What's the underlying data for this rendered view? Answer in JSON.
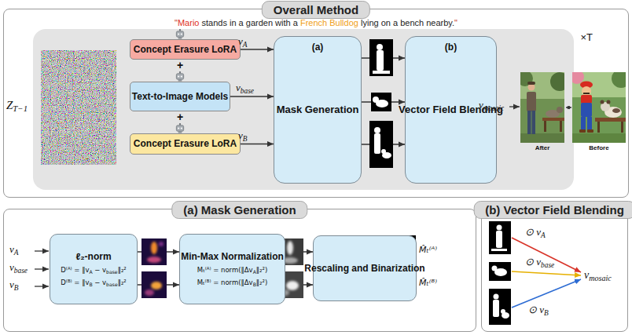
{
  "diagram": {
    "nodes": [
      {
        "text": [
          "Overall Method"
        ]
      },
      {
        "text": [
          "×T"
        ],
        "in": 0
      },
      {
        "text": [
          "Concept Erasure LoRA"
        ],
        "in": 1
      },
      {
        "text": [
          "Text-to-Image Models"
        ],
        "in": 1
      },
      {
        "text": [
          "Concept Erasure LoRA"
        ],
        "in": 1
      },
      {
        "text": [
          "(a)",
          "Mask Generation"
        ],
        "in": 1
      },
      {
        "text": [
          "(b)",
          "Vector Field Blending"
        ],
        "in": 1
      },
      {
        "text": [
          "(a) Mask Generation"
        ]
      },
      {
        "text": [
          "ℓ₂-norm",
          "D⁽ᴬ⁾ = ‖v",
          "A",
          "− v",
          "base",
          "‖₂²",
          "D⁽ᴮ⁾ = ‖v",
          "B",
          "− v",
          "base",
          "‖₂²"
        ],
        "in": 7
      },
      {
        "text": [
          "Min-Max Normalization",
          "Mₜ⁽ᴬ⁾ = norm(‖Δv",
          "A",
          "‖₂²)",
          "Mₜ⁽ᴮ⁾ = norm(‖Δv",
          "B",
          "‖₂²)"
        ],
        "in": 7
      },
      {
        "text": [
          "Rescaling and Binarization"
        ],
        "in": 7
      },
      {
        "text": [
          "(b) Vector Field Blending"
        ]
      }
    ],
    "edges": [
      {
        "from": 2,
        "to": 5,
        "arrow": "to"
      },
      {
        "from": 3,
        "to": 5,
        "arrow": "to"
      },
      {
        "from": 4,
        "to": 5,
        "arrow": "to"
      },
      {
        "from": 5,
        "to": 6,
        "arrow": "to"
      },
      {
        "from": 5,
        "to": 6,
        "arrow": "to"
      },
      {
        "from": 5,
        "to": 6,
        "arrow": "to"
      },
      {
        "from": 8,
        "to": 9,
        "arrow": "to"
      },
      {
        "from": 8,
        "to": 9,
        "arrow": "to"
      },
      {
        "from": 9,
        "to": 10,
        "arrow": "to"
      },
      {
        "from": 9,
        "to": 10,
        "arrow": "to"
      }
    ],
    "labels": [
      "\"",
      "Mario",
      "stands in a garden with a",
      "French Bulldog",
      "lying on a bench nearby.",
      "\"",
      "Z",
      "T−1",
      "+",
      "+",
      "v",
      "A",
      "v",
      "base",
      "v",
      "B",
      "v",
      "mosaic",
      "After",
      "Before",
      "v",
      "A",
      "v",
      "base",
      "v",
      "B",
      "M̂ₜ⁽ᴬ⁾",
      "M̂ₜ⁽ᴮ⁾",
      "⊙ v",
      "A",
      "⊙ v",
      "base",
      "⊙ v",
      "B",
      "v",
      "mosaic"
    ]
  }
}
